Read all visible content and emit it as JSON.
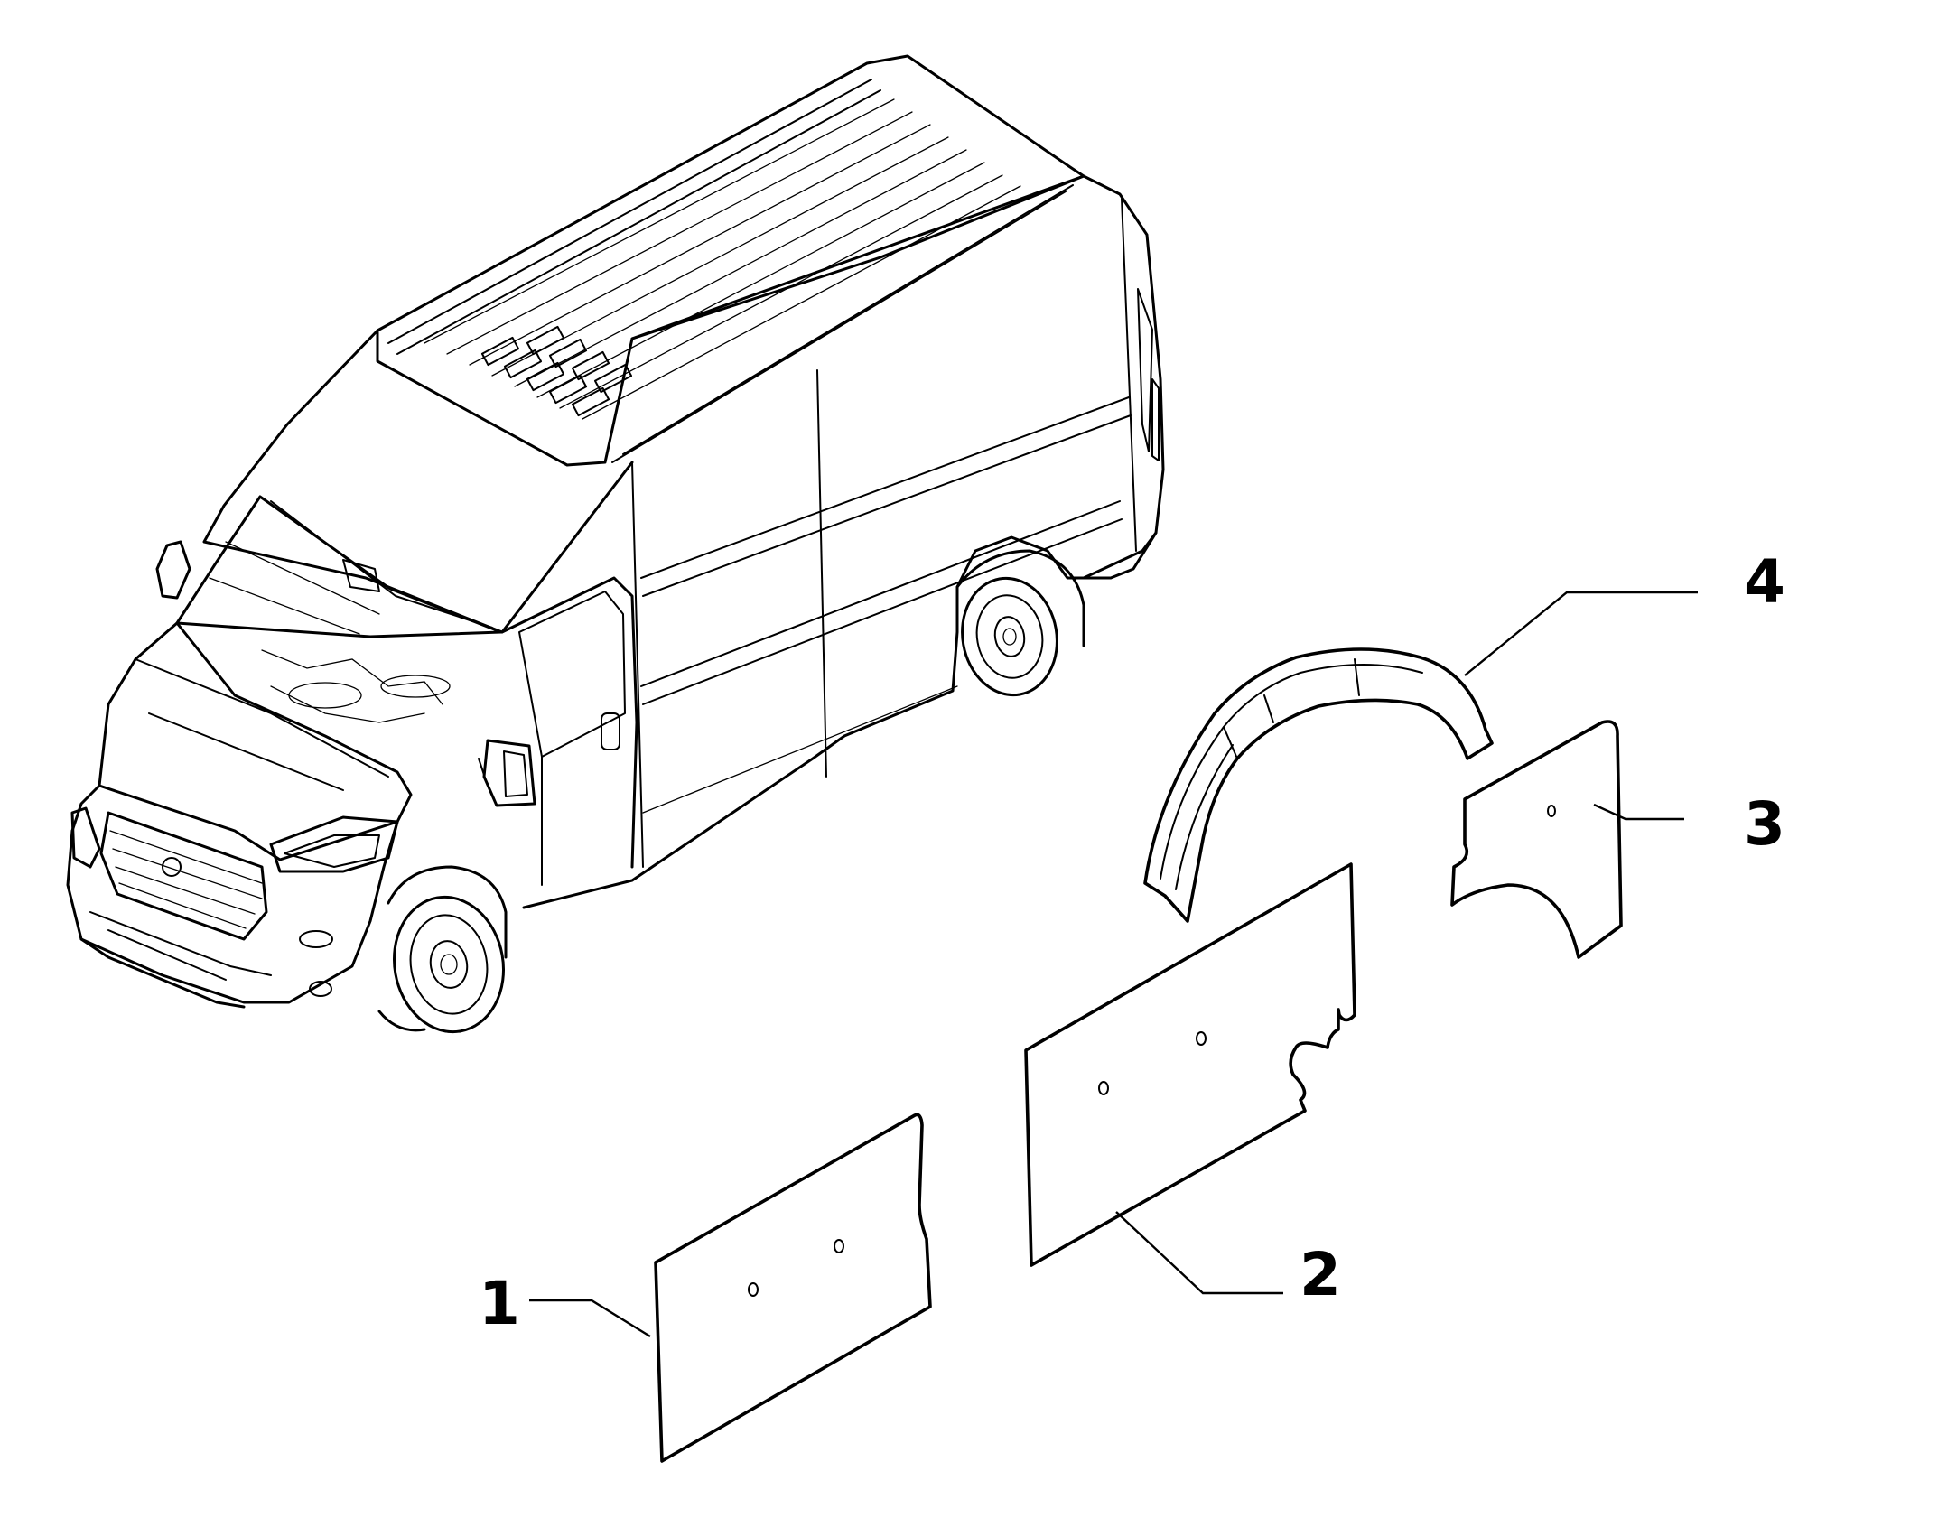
{
  "diagram": {
    "callouts": [
      {
        "id": "1",
        "label": "1"
      },
      {
        "id": "2",
        "label": "2"
      },
      {
        "id": "3",
        "label": "3"
      },
      {
        "id": "4",
        "label": "4"
      }
    ],
    "line_color": "#000000",
    "background_color": "#ffffff"
  }
}
